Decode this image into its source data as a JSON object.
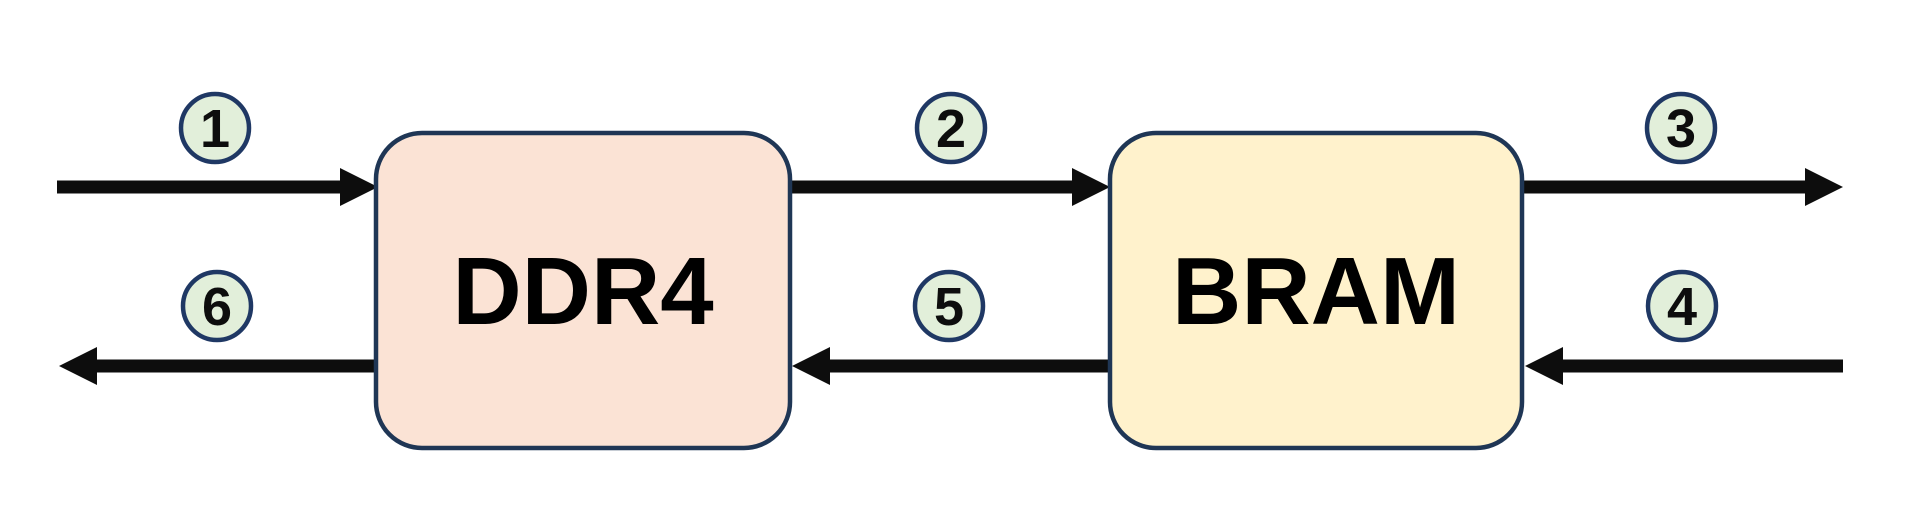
{
  "nodes": [
    {
      "id": "ddr4",
      "label": "DDR4",
      "fill": "#FBE3D5"
    },
    {
      "id": "bram",
      "label": "BRAM",
      "fill": "#FFF2CC"
    }
  ],
  "steps": [
    {
      "number": "1",
      "direction": "right"
    },
    {
      "number": "2",
      "direction": "right"
    },
    {
      "number": "3",
      "direction": "right"
    },
    {
      "number": "4",
      "direction": "left"
    },
    {
      "number": "5",
      "direction": "left"
    },
    {
      "number": "6",
      "direction": "left"
    }
  ],
  "colors": {
    "background": "#FFFFFF",
    "node_border": "#1F3655",
    "node_label": "#000000",
    "badge_fill": "#E2EFDA",
    "badge_border": "#1F3864",
    "badge_number": "#0D0D0D",
    "arrow": "#0D0D0D"
  }
}
